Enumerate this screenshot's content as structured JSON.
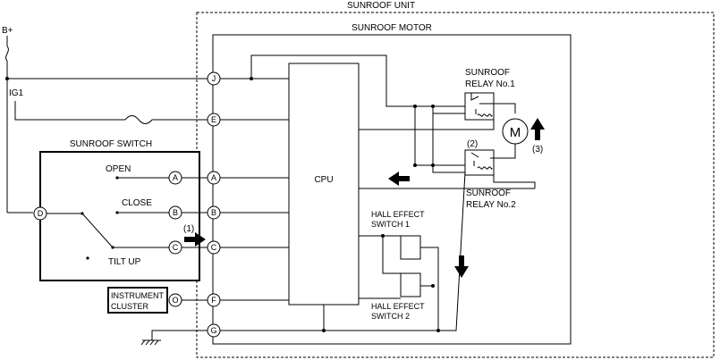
{
  "titles": {
    "unit": "SUNROOF UNIT",
    "motor_block": "SUNROOF MOTOR",
    "switch_block": "SUNROOF SWITCH"
  },
  "power": {
    "battery": "B+",
    "ignition": "IG1"
  },
  "cpu_label": "CPU",
  "switch_positions": {
    "open": "OPEN",
    "close": "CLOSE",
    "tilt_up": "TILT UP"
  },
  "instrument_cluster": [
    "INSTRUMENT",
    "CLUSTER"
  ],
  "relays": {
    "relay1": [
      "SUNROOF",
      "RELAY No.1"
    ],
    "relay2": [
      "SUNROOF",
      "RELAY No.2"
    ]
  },
  "motor_symbol": "M",
  "hall_switches": {
    "switch1": [
      "HALL EFFECT",
      "SWITCH 1"
    ],
    "switch2": [
      "HALL EFFECT",
      "SWITCH 2"
    ]
  },
  "callouts": {
    "c1": "(1)",
    "c2": "(2)",
    "c3": "(3)"
  },
  "terminals": {
    "unit": [
      "J",
      "E",
      "A",
      "B",
      "C",
      "F",
      "G"
    ],
    "switch": [
      "A",
      "B",
      "C"
    ],
    "switch_common": "D",
    "cluster": "O"
  }
}
